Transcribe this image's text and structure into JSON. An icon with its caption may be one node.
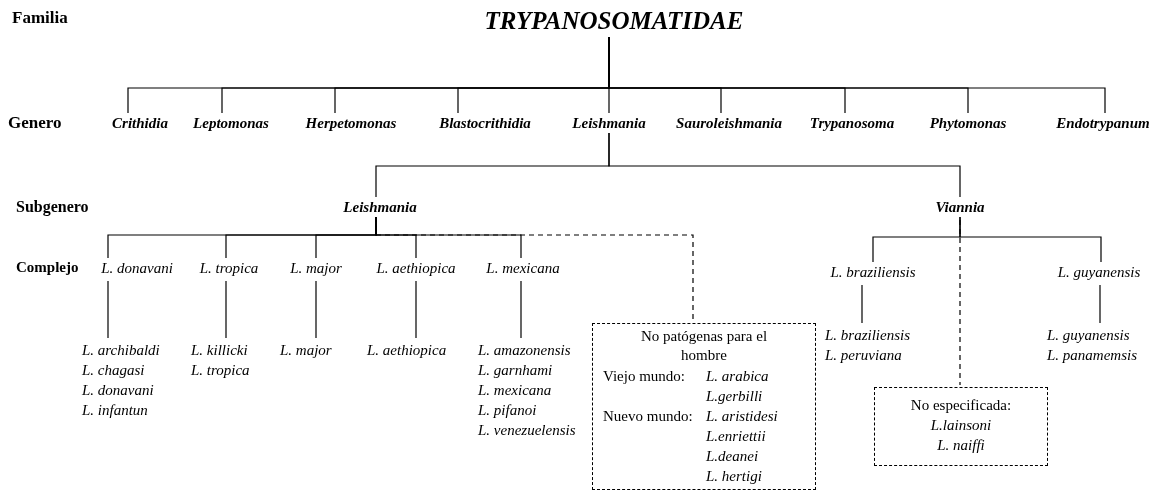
{
  "diagram": {
    "nodes": [
      {
        "text": [
          "TRYPANOSOMATIDAE"
        ]
      },
      {
        "text": [
          "Crithidia"
        ]
      },
      {
        "text": [
          "Leptomonas"
        ]
      },
      {
        "text": [
          "Herpetomonas"
        ]
      },
      {
        "text": [
          "Blastocrithidia"
        ]
      },
      {
        "text": [
          "Leishmania"
        ]
      },
      {
        "text": [
          "Sauroleishmania"
        ]
      },
      {
        "text": [
          "Trypanosoma"
        ]
      },
      {
        "text": [
          "Phytomonas"
        ]
      },
      {
        "text": [
          "Endotrypanum"
        ]
      },
      {
        "text": [
          "Leishmania"
        ]
      },
      {
        "text": [
          "Viannia"
        ]
      },
      {
        "text": [
          "L. donavani"
        ]
      },
      {
        "text": [
          "L. tropica"
        ]
      },
      {
        "text": [
          "L. major"
        ]
      },
      {
        "text": [
          "L. aethiopica"
        ]
      },
      {
        "text": [
          "L. mexicana"
        ]
      },
      {
        "text": [
          "L. archibaldi",
          "L. chagasi",
          "L. donavani",
          "L. infantun"
        ]
      },
      {
        "text": [
          "L. killicki",
          "L. tropica"
        ]
      },
      {
        "text": [
          "L. major"
        ]
      },
      {
        "text": [
          "L. aethiopica"
        ]
      },
      {
        "text": [
          "L. amazonensis",
          "L. garnhami",
          "L. mexicana",
          "L. pifanoi",
          "L. venezuelensis"
        ]
      },
      {
        "text": [
          "No patógenas para el hombre",
          "Viejo mundo:",
          "L. arabica",
          "L.gerbilli",
          "Nuevo mundo:",
          "L. aristidesi",
          "L.enriettii",
          "L.deanei",
          "L. hertigi"
        ]
      },
      {
        "text": [
          "L. braziliensis"
        ]
      },
      {
        "text": [
          "L. guyanensis"
        ]
      },
      {
        "text": [
          "L. braziliensis",
          "L. peruviana"
        ]
      },
      {
        "text": [
          "L. guyanensis",
          "L. panamemsis"
        ]
      },
      {
        "text": [
          "No especificada:",
          "L.lainsoni",
          "L. naiffi"
        ]
      }
    ],
    "edges": [
      {
        "from": 0,
        "to": 1,
        "arrow": "none"
      },
      {
        "from": 0,
        "to": 2,
        "arrow": "none"
      },
      {
        "from": 0,
        "to": 3,
        "arrow": "none"
      },
      {
        "from": 0,
        "to": 4,
        "arrow": "none"
      },
      {
        "from": 0,
        "to": 5,
        "arrow": "none"
      },
      {
        "from": 0,
        "to": 6,
        "arrow": "none"
      },
      {
        "from": 0,
        "to": 7,
        "arrow": "none"
      },
      {
        "from": 0,
        "to": 8,
        "arrow": "none"
      },
      {
        "from": 0,
        "to": 9,
        "arrow": "none"
      },
      {
        "from": 5,
        "to": 10,
        "arrow": "none"
      },
      {
        "from": 5,
        "to": 11,
        "arrow": "none"
      },
      {
        "from": 10,
        "to": 12,
        "arrow": "none"
      },
      {
        "from": 10,
        "to": 13,
        "arrow": "none"
      },
      {
        "from": 10,
        "to": 14,
        "arrow": "none"
      },
      {
        "from": 10,
        "to": 15,
        "arrow": "none"
      },
      {
        "from": 10,
        "to": 16,
        "arrow": "none"
      },
      {
        "from": 10,
        "to": 22,
        "arrow": "none",
        "style": "dashed"
      },
      {
        "from": 12,
        "to": 17,
        "arrow": "none"
      },
      {
        "from": 13,
        "to": 18,
        "arrow": "none"
      },
      {
        "from": 14,
        "to": 19,
        "arrow": "none"
      },
      {
        "from": 15,
        "to": 20,
        "arrow": "none"
      },
      {
        "from": 16,
        "to": 21,
        "arrow": "none"
      },
      {
        "from": 11,
        "to": 23,
        "arrow": "none"
      },
      {
        "from": 11,
        "to": 24,
        "arrow": "none"
      },
      {
        "from": 11,
        "to": 27,
        "arrow": "none",
        "style": "dashed"
      },
      {
        "from": 23,
        "to": 25,
        "arrow": "none"
      },
      {
        "from": 24,
        "to": 26,
        "arrow": "none"
      }
    ],
    "labels": [
      "Familia",
      "Genero",
      "Subgenero",
      "Complejo"
    ]
  }
}
